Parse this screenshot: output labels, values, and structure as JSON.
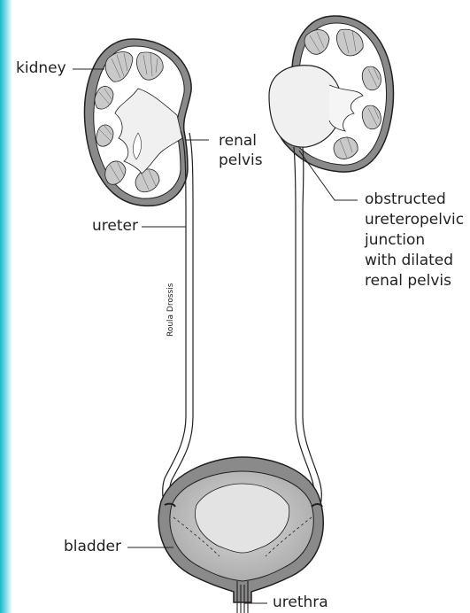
{
  "labels": {
    "kidney": "kidney",
    "renal_pelvis_line1": "renal",
    "renal_pelvis_line2": "pelvis",
    "ureter": "ureter",
    "obstructed_line1": "obstructed",
    "obstructed_line2": "ureteropelvic",
    "obstructed_line3": "junction",
    "obstructed_line4": "with dilated",
    "obstructed_line5": "renal pelvis",
    "bladder": "bladder",
    "urethra": "urethra"
  },
  "credit": "Roula Drossis",
  "colors": {
    "accent_edge": "#19b7c9",
    "outline": "#231f20",
    "kidney_fill": "#8a8a8a",
    "medulla_fill": "#c9c9c9",
    "pelvis_fill": "#f0f0f0",
    "bladder_fill": "#bdbdbd"
  }
}
